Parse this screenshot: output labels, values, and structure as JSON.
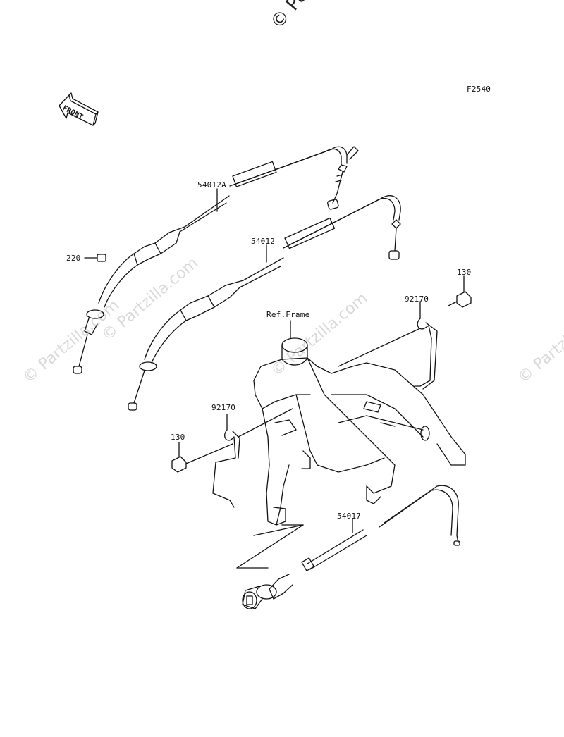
{
  "figure_code": "F2540",
  "front_arrow_label": "FRONT",
  "ref_frame_label": "Ref.Frame",
  "parts": {
    "p54012A": "54012A",
    "p54012": "54012",
    "p220": "220",
    "p130_top": "130",
    "p92170_top": "92170",
    "p92170_left": "92170",
    "p130_left": "130",
    "p54017": "54017"
  },
  "watermark": "© Partzilla.com",
  "watermark_top": "© Pa",
  "colors": {
    "line": "#111111",
    "watermark": "#d9d9d9"
  }
}
